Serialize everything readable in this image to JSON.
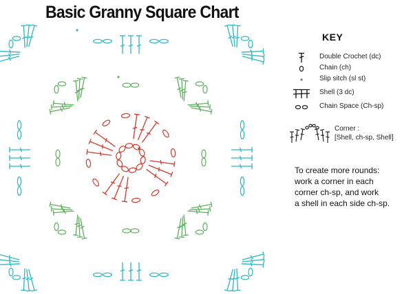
{
  "title": "Basic Granny Square Chart",
  "colors": {
    "round1": "#d4382a",
    "round2": "#5bb05a",
    "round3": "#27b8c2",
    "ink": "#111111"
  },
  "key": {
    "title": "KEY",
    "items": [
      {
        "symbol": "double-crochet-icon",
        "label": "Double Crochet (dc)"
      },
      {
        "symbol": "chain-icon",
        "label": "Chain (ch)"
      },
      {
        "symbol": "slip-stitch-icon",
        "label": "Slip sitch (sl st)"
      },
      {
        "symbol": "shell-icon",
        "label": "Shell (3 dc)"
      },
      {
        "symbol": "chain-space-icon",
        "label": "Chain Space (Ch-sp)"
      }
    ],
    "corner": {
      "symbol": "corner-icon",
      "label_line1": "Corner :",
      "label_line2": "[Shell, ch-sp, Shell]"
    }
  },
  "instructions": [
    "To create more rounds:",
    "work a corner in each",
    "corner ch-sp, and work",
    "a shell in each side ch-sp."
  ]
}
